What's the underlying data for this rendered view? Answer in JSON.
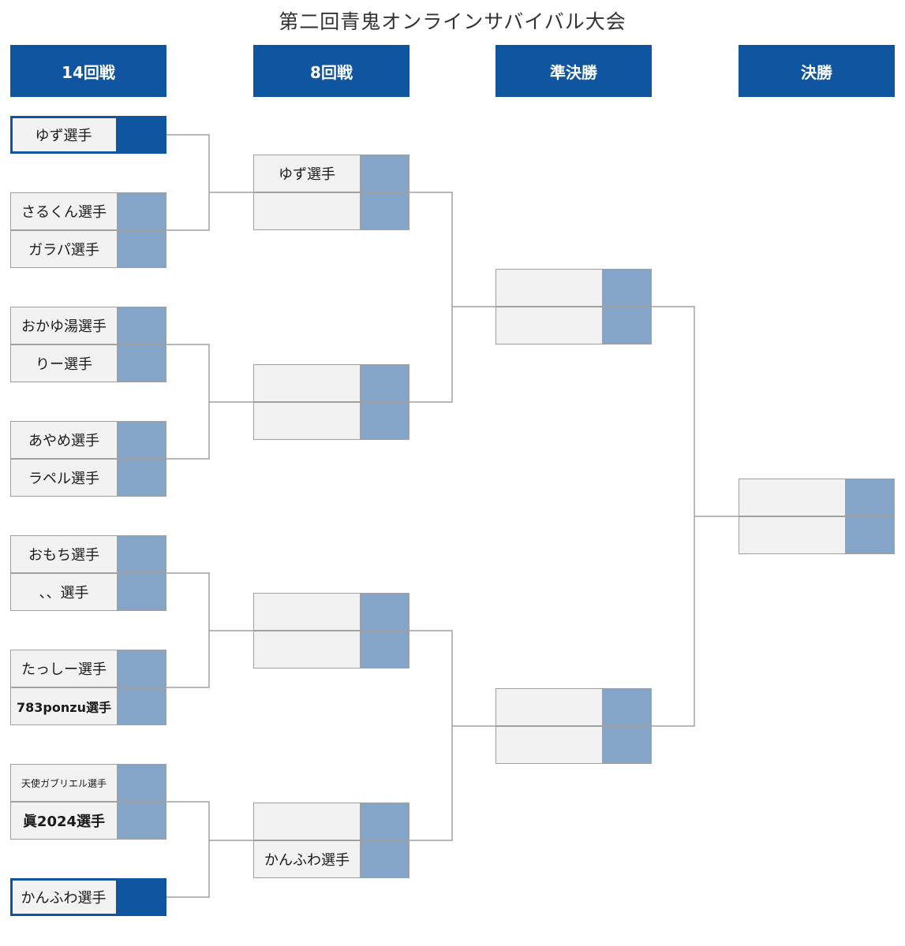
{
  "title": "第二回青鬼オンラインサバイバル大会",
  "rounds": [
    "14回戦",
    "8回戦",
    "準決勝",
    "決勝"
  ],
  "colors": {
    "header": "#0f55a0",
    "score_box": "#84a5c8",
    "slot_bg": "#f2f2f2",
    "bye_border": "#0f55a0",
    "line": "#a0a0a0"
  },
  "round1": [
    {
      "name": "ゆず選手",
      "bye": true
    },
    {
      "name": "さるくん選手"
    },
    {
      "name": "ガラパ選手"
    },
    {
      "name": "おかゆ湯選手"
    },
    {
      "name": "りー選手"
    },
    {
      "name": "あやめ選手"
    },
    {
      "name": "ラペル選手"
    },
    {
      "name": "おもち選手"
    },
    {
      "name": "、、選手"
    },
    {
      "name": "たっしー選手"
    },
    {
      "name": "783ponzu選手"
    },
    {
      "name": "天使ガブリエル選手"
    },
    {
      "name": "眞2024選手"
    },
    {
      "name": "かんふわ選手",
      "bye": true
    }
  ],
  "round2": [
    {
      "name": "ゆず選手"
    },
    {
      "name": ""
    },
    {
      "name": ""
    },
    {
      "name": ""
    },
    {
      "name": ""
    },
    {
      "name": ""
    },
    {
      "name": ""
    },
    {
      "name": "かんふわ選手"
    }
  ],
  "semifinal": [
    {
      "name": ""
    },
    {
      "name": ""
    },
    {
      "name": ""
    },
    {
      "name": ""
    }
  ],
  "final": [
    {
      "name": ""
    },
    {
      "name": ""
    }
  ]
}
